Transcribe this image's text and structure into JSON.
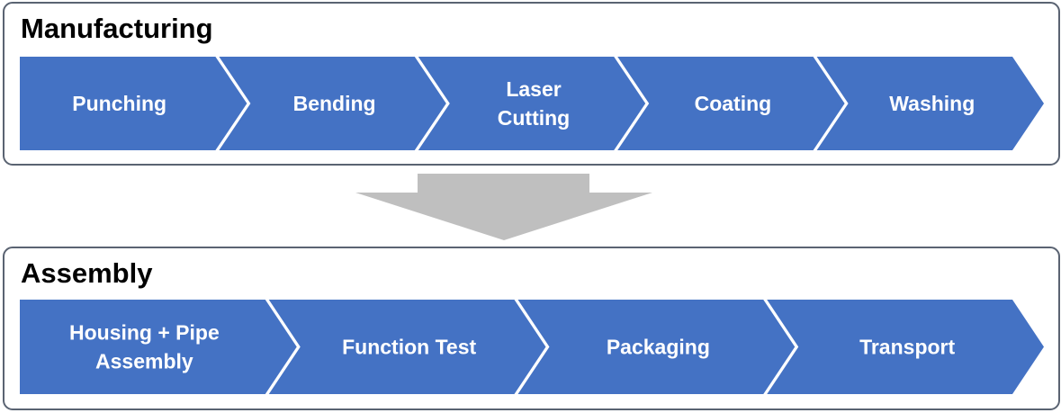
{
  "colors": {
    "step_fill": "#4472C4",
    "arrow_fill": "#BFBFBF",
    "border": "#5A6372"
  },
  "manufacturing": {
    "title": "Manufacturing",
    "steps": [
      {
        "lines": [
          "Punching"
        ]
      },
      {
        "lines": [
          "Bending"
        ]
      },
      {
        "lines": [
          "Laser",
          "Cutting"
        ]
      },
      {
        "lines": [
          "Coating"
        ]
      },
      {
        "lines": [
          "Washing"
        ]
      }
    ]
  },
  "assembly": {
    "title": "Assembly",
    "steps": [
      {
        "lines": [
          "Housing + Pipe",
          "Assembly"
        ]
      },
      {
        "lines": [
          "Function Test"
        ]
      },
      {
        "lines": [
          "Packaging"
        ]
      },
      {
        "lines": [
          "Transport"
        ]
      }
    ]
  }
}
